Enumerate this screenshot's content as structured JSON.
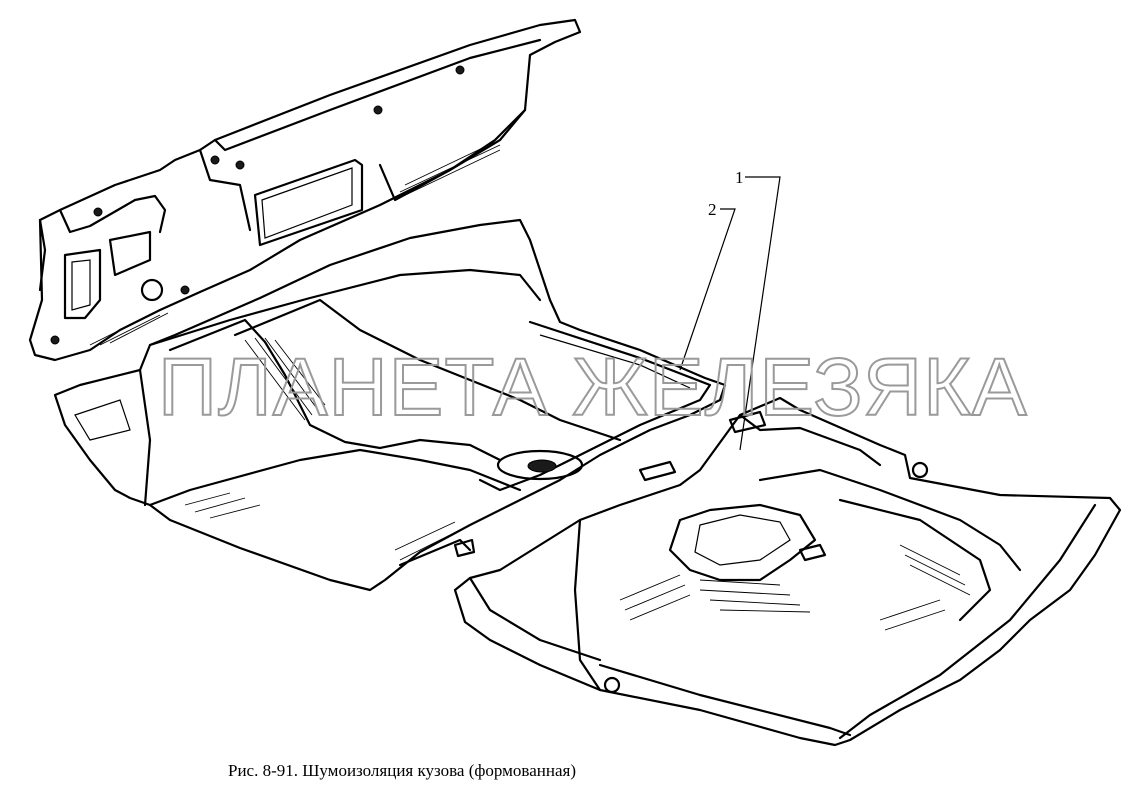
{
  "watermark": "ПЛАНЕТА ЖЕЛЕЗЯКА",
  "callouts": [
    {
      "label": "1"
    },
    {
      "label": "2"
    }
  ],
  "caption": "Рис. 8-91. Шумоизоляция кузова (формованная)",
  "icons": [
    "front-panel-insulation",
    "front-floor-insulation",
    "rear-floor-insulation"
  ]
}
